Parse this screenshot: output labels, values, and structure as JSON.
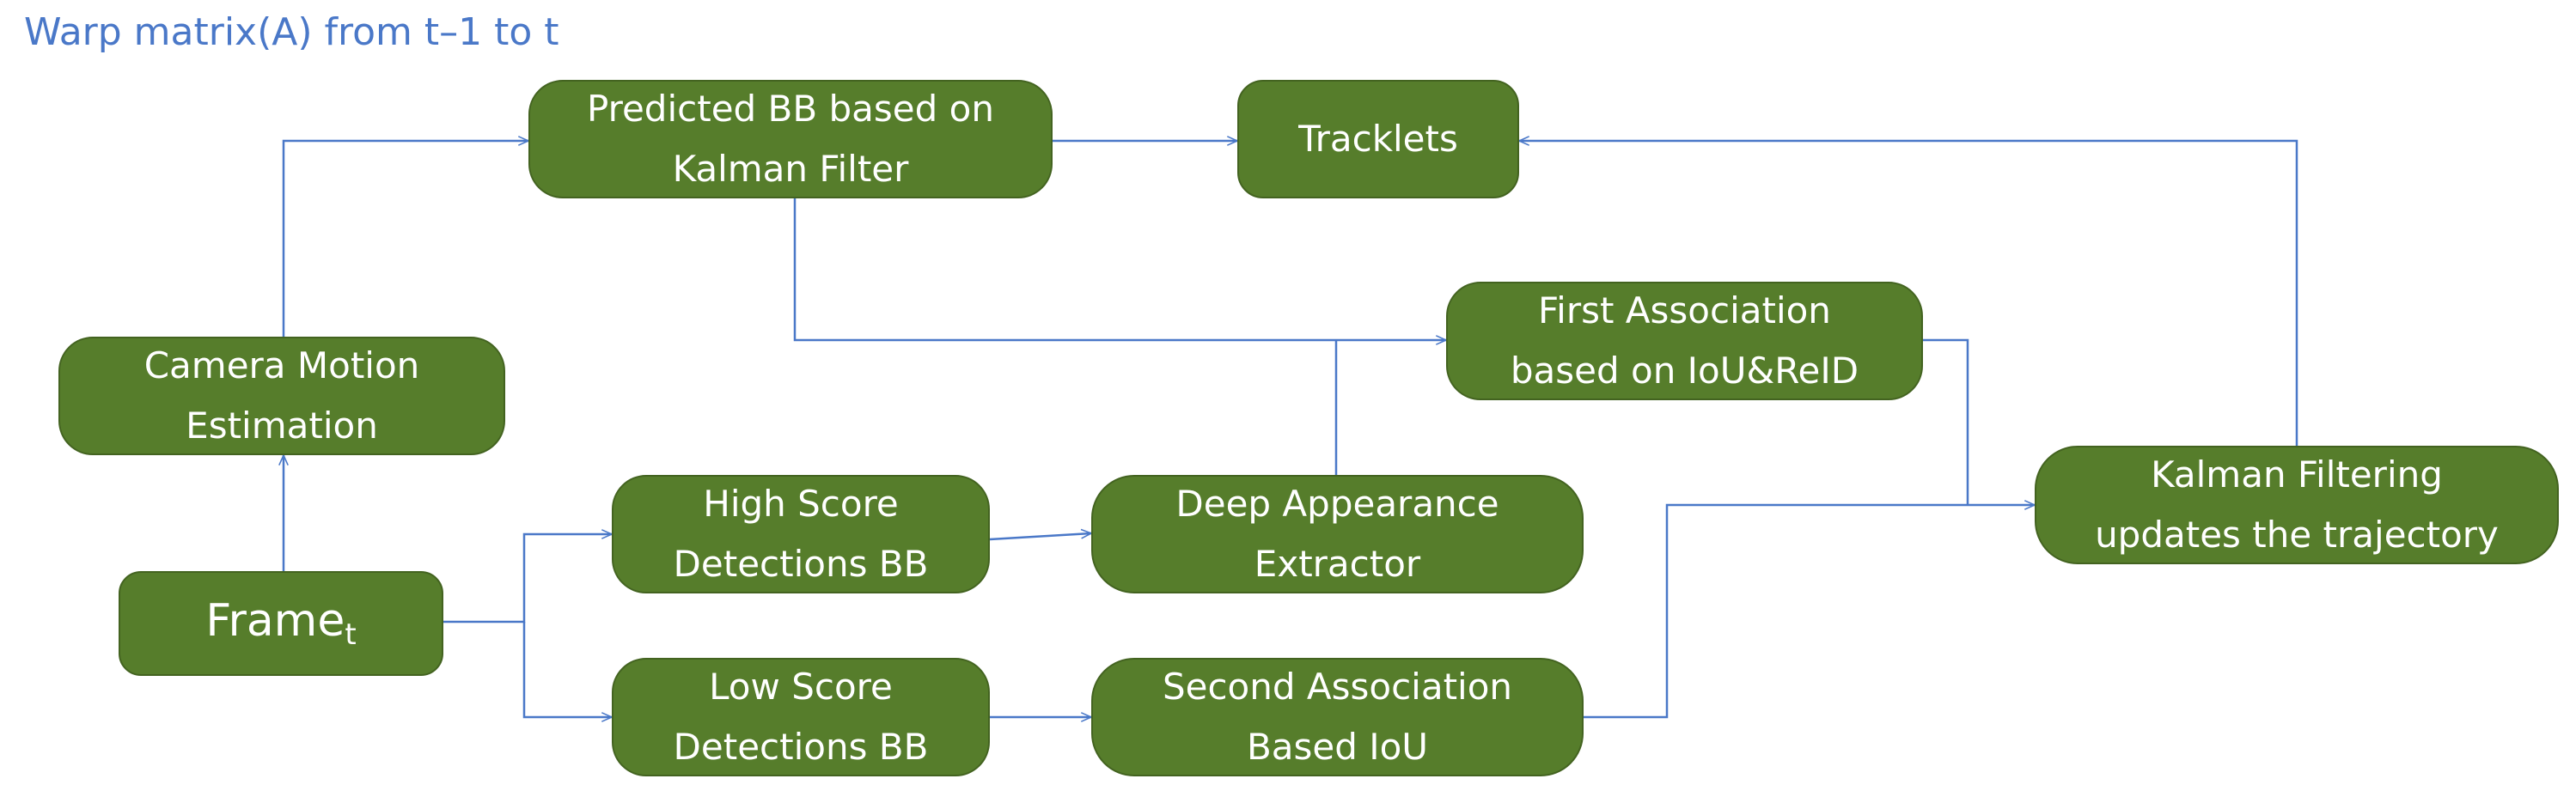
{
  "caption": "Warp matrix(A) from t–1 to t",
  "nodes": {
    "predicted": [
      "Predicted BB based on",
      "Kalman Filter"
    ],
    "tracklets": [
      "Tracklets"
    ],
    "camera_motion": [
      "Camera Motion",
      "Estimation"
    ],
    "first_association": [
      "First Association",
      "based on IoU&ReID"
    ],
    "high_score": [
      "High Score",
      "Detections BB"
    ],
    "deep_appearance": [
      "Deep Appearance",
      "Extractor"
    ],
    "frame": {
      "label": "Frame",
      "subscript": "t"
    },
    "kalman_filtering": [
      "Kalman Filtering",
      "updates the trajectory"
    ],
    "low_score": [
      "Low Score",
      "Detections BB"
    ],
    "second_association": [
      "Second Association",
      "Based IoU"
    ]
  },
  "colors": {
    "node_fill": "#567d2b",
    "node_border": "#436320",
    "node_text": "#ffffff",
    "arrow": "#4a78c8",
    "caption": "#4a78c8"
  }
}
